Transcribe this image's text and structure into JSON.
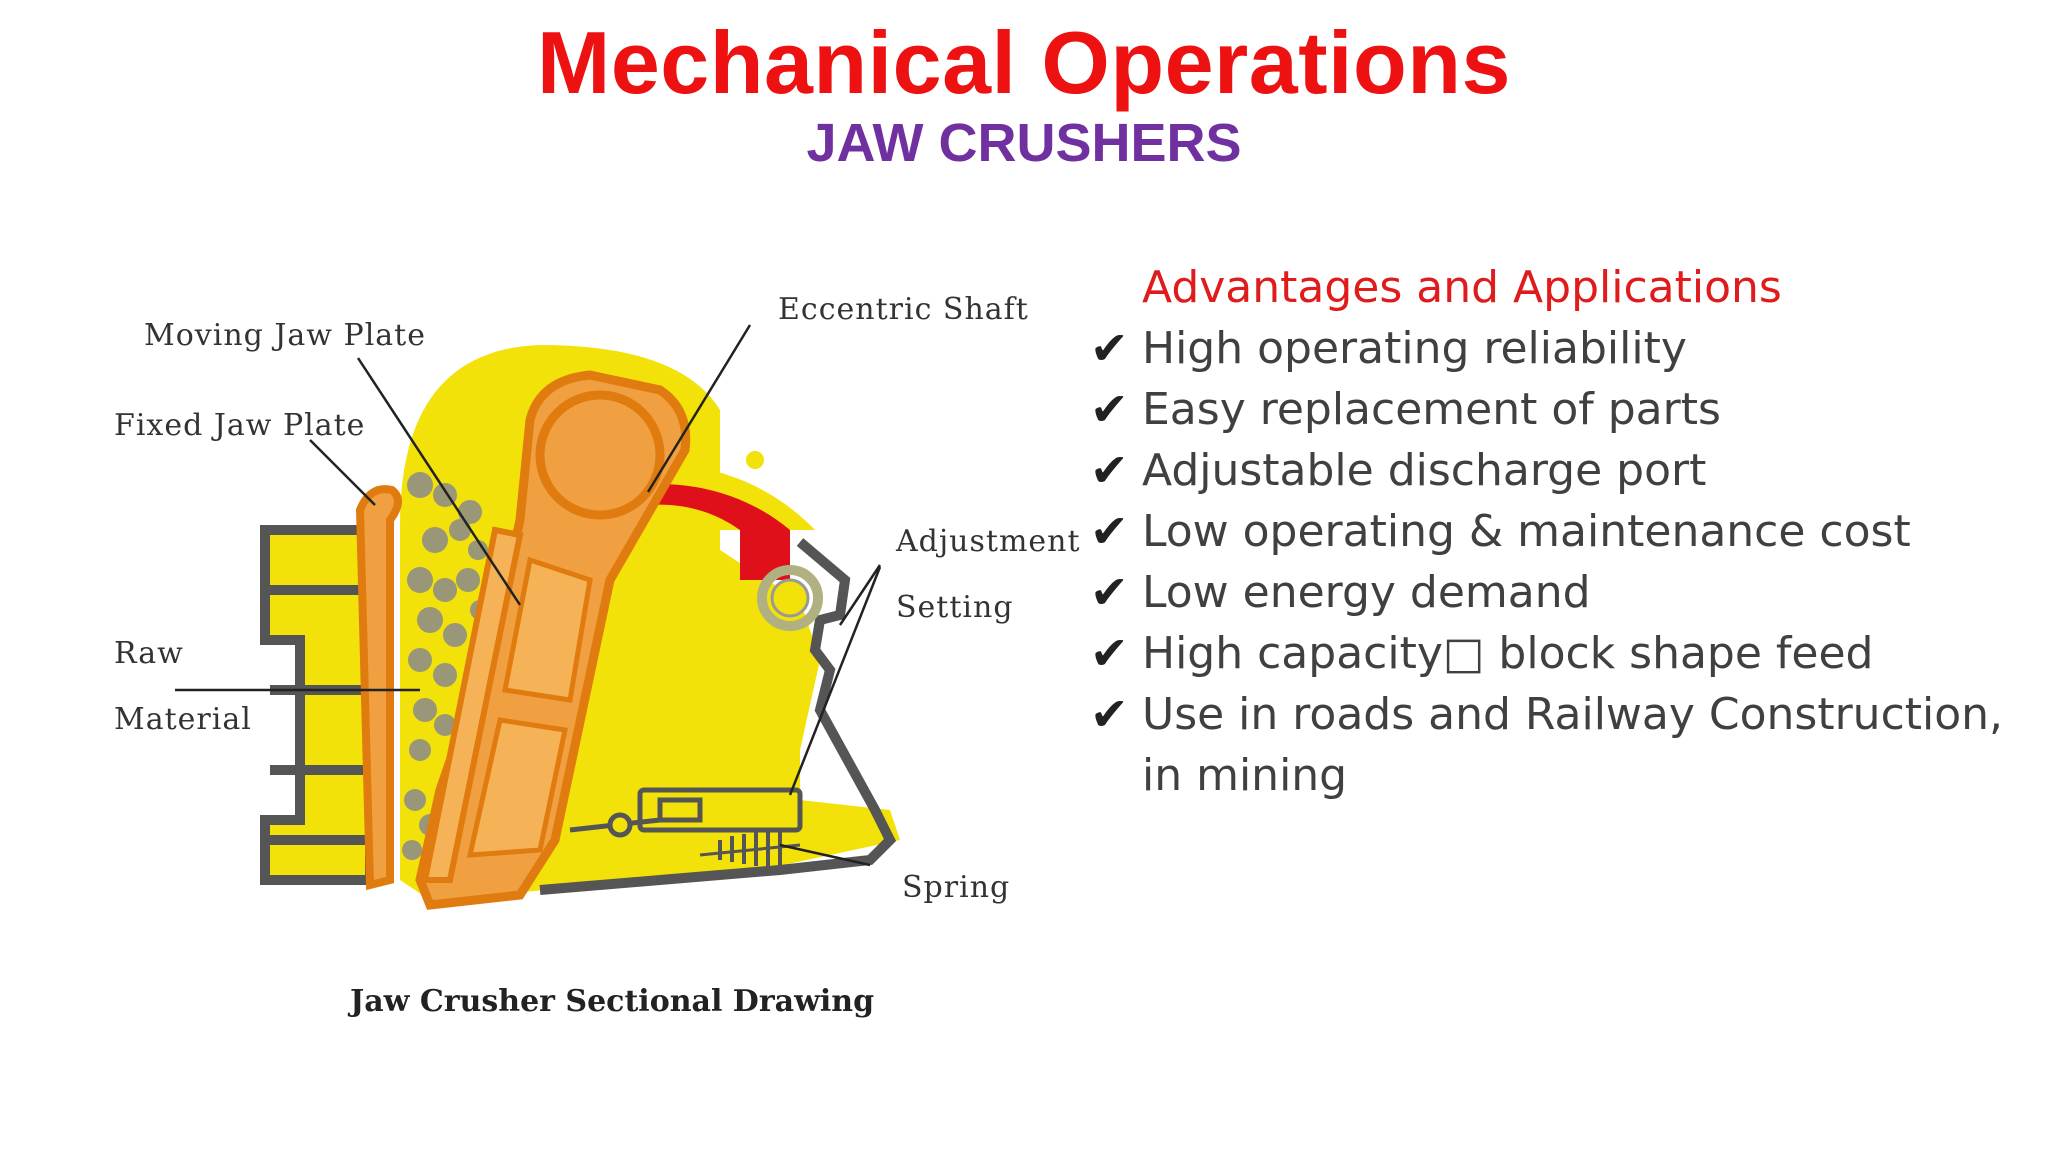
{
  "header": {
    "title": "Mechanical Operations",
    "subtitle": "JAW CRUSHERS"
  },
  "diagram": {
    "labels": {
      "moving_jaw_plate": "Moving Jaw Plate",
      "fixed_jaw_plate": "Fixed Jaw Plate",
      "eccentric_shaft": "Eccentric Shaft",
      "adjustment": "Adjustment",
      "setting": "Setting",
      "raw": "Raw",
      "material": "Material",
      "spring": "Spring"
    },
    "caption": "Jaw Crusher Sectional Drawing",
    "colors": {
      "frame": "#f2e20a",
      "jaw": "#f0a040",
      "jaw_outline": "#e07b10",
      "flywheel": "#e0101a",
      "outline": "#555555"
    }
  },
  "advantages": {
    "title": "Advantages and Applications",
    "check_icon": "✔",
    "items": [
      "High operating reliability",
      "Easy replacement of parts",
      "Adjustable discharge port",
      "Low operating & maintenance cost",
      "Low energy demand",
      "High capacity□ block shape feed",
      "Use in roads and Railway Construction, in mining"
    ]
  }
}
